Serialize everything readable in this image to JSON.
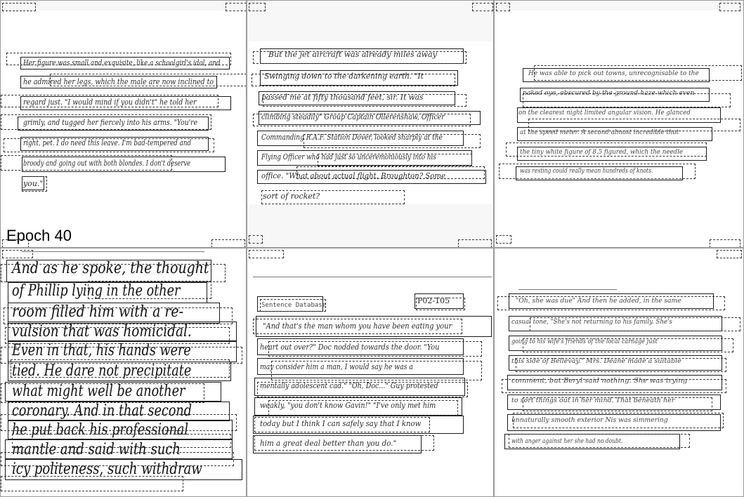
{
  "title": "Epoch 40",
  "panels": [
    {
      "lines": [
        "Her figure was small and exquisite, like a schoolgirl's idol, and",
        "he admired her legs, which the male are now inclined to",
        "regard just. \"I would mind if you didn't\" he told her",
        "grimly, and tugged her fiercely into his arms. \"You're",
        "right, pet. I do need this leave. I'm bad-tempered and",
        "broody and going out with both blondes. I don't deserve",
        "you.\""
      ]
    },
    {
      "lines": [
        "But the jet aircraft was already miles away",
        "Swinging down to the darkening earth. \"It",
        "passed me at fifty thousand feet, sir. It was",
        "climbing steadily\" Group Captain Ollerenshaw, Officer",
        "Commanding R.A.F. Station Dover, looked sharply at the",
        "Flying Officer who had just so unceremoniously into his",
        "office. \"What about actual flight, Broughton? Some",
        "sort of rocket?"
      ]
    },
    {
      "lines": [
        "He was able to pick out towns, unrecognisable to the",
        "naked eye, obscured by the ground haze which even",
        "on the clearest night limited angular vision. He glanced",
        "at the speed meter. A second almost incredible that",
        "the tiny white figure of 8.5 figured, which the needle",
        "was resting could really mean hundreds of knots."
      ]
    },
    {
      "lines": [
        "And as he spoke, the thought",
        "of Phillip lying in the other",
        "room filled him with a re-",
        "vulsion that was homicidal.",
        "Even in that, his hands were",
        "tied. He dare not precipitate",
        "what might well be another",
        "coronary. And in that second",
        "he put back his professional",
        "mantle and said with such",
        "icy politeness, such withdraw"
      ]
    },
    {
      "header_left": "Sentence Database",
      "header_right": "P02-105",
      "lines": [
        "\"And that's the man whom you have been eating your",
        "heart out over?\" Doc nodded towards the door. \"You",
        "may consider him a man, I would say he was a",
        "mentally adolescent cad.\" \"Oh, Doc...\" Guy protested",
        "weakly, \"you don't know Gavin!\" \"I've only met him",
        "today but I think I can safely say that I know",
        "him a great deal better than you do.\""
      ]
    },
    {
      "lines": [
        "\"Oh, she was due\" And then he added, in the same",
        "casual tone, \"She's not returning to his family. She's",
        "going to his wife's friends of the local carnage just",
        "this side of Bellevay.\" Mrs. Deane made a suitable",
        "comment, but Beryl said nothing. She was trying",
        "to sort things out in her mind. That beneath her",
        "unnaturally smooth exterior Nis was simmering",
        "with anger against her she had no doubt."
      ]
    }
  ]
}
